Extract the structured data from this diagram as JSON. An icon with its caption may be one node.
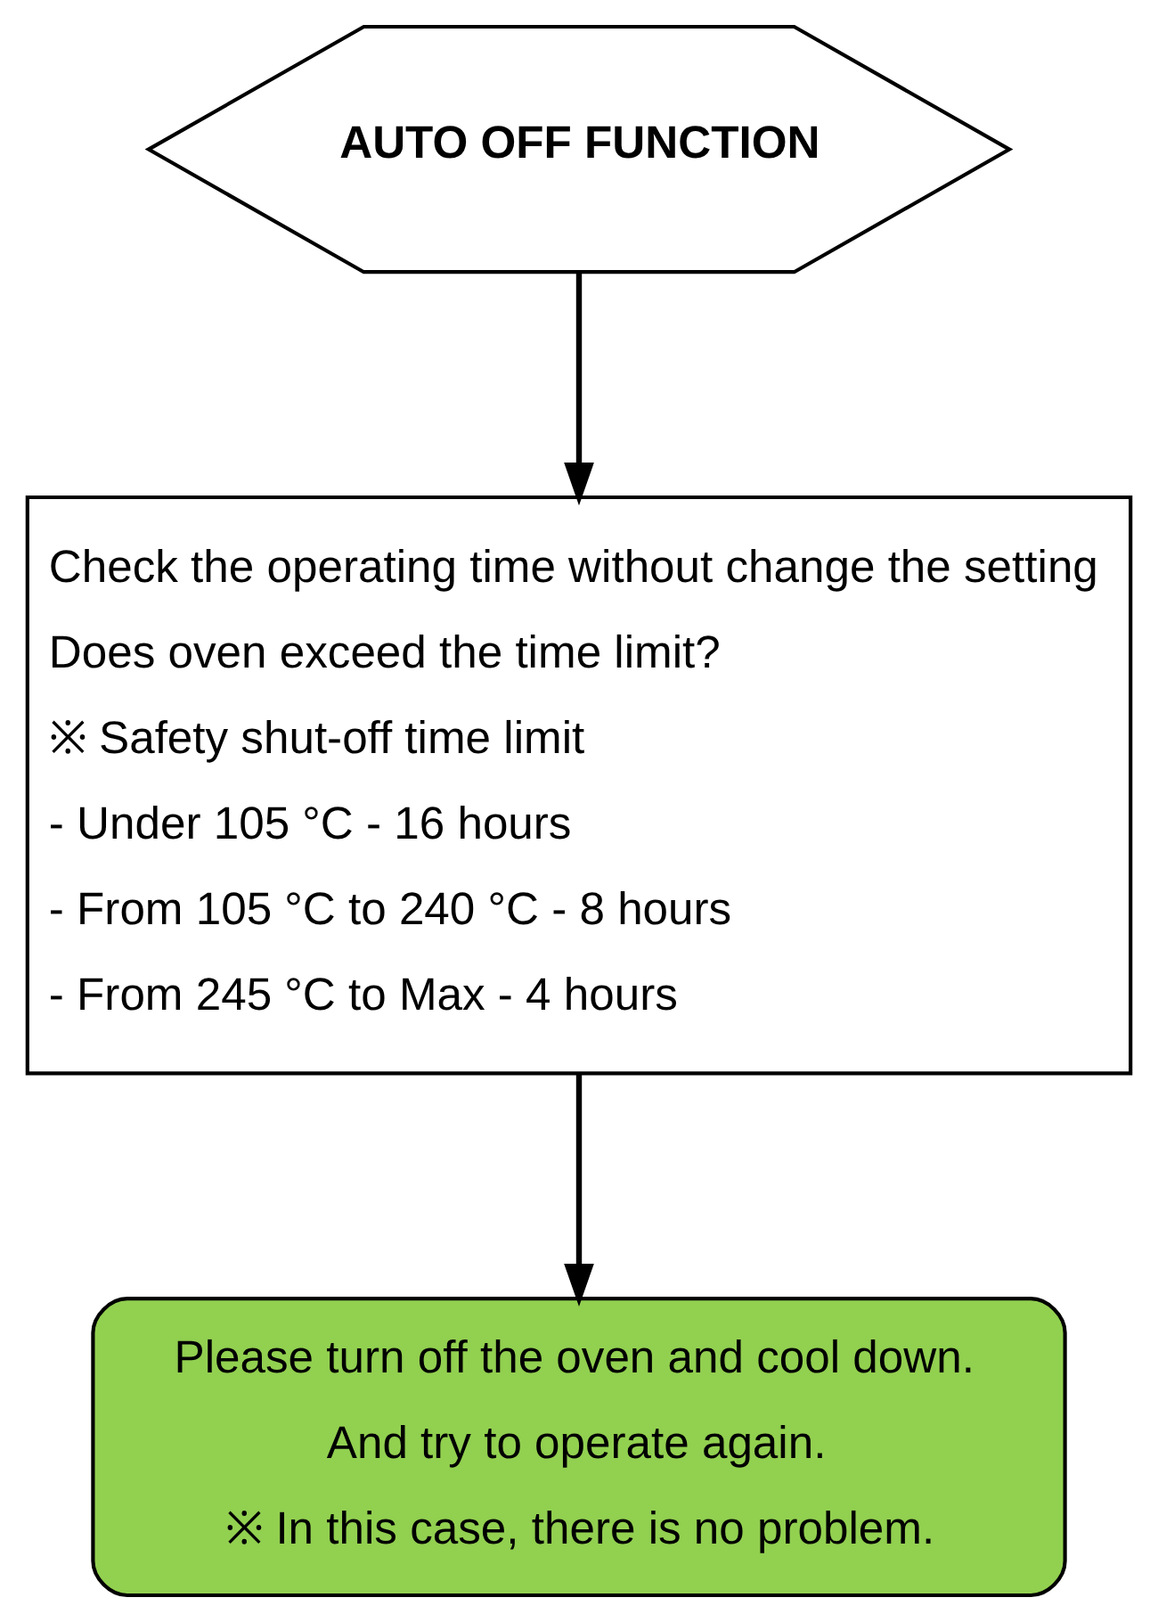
{
  "diagram": {
    "nodes": [
      {
        "text": [
          "AUTO OFF FUNCTION"
        ]
      },
      {
        "text": [
          "Check the operating time without change the setting",
          "Does oven exceed the time limit?",
          "※ Safety shut-off time limit",
          "- Under 105 °C - 16 hours",
          "- From 105 °C to 240 °C - 8 hours",
          "- From 245 °C to Max - 4 hours"
        ]
      },
      {
        "text": [
          "Please turn off the oven and cool down.",
          "And try to operate again.",
          "※ In this case, there is no problem."
        ]
      }
    ],
    "edges": [
      {
        "from": 0,
        "to": 1,
        "arrow": "to"
      },
      {
        "from": 1,
        "to": 2,
        "arrow": "to"
      }
    ]
  }
}
